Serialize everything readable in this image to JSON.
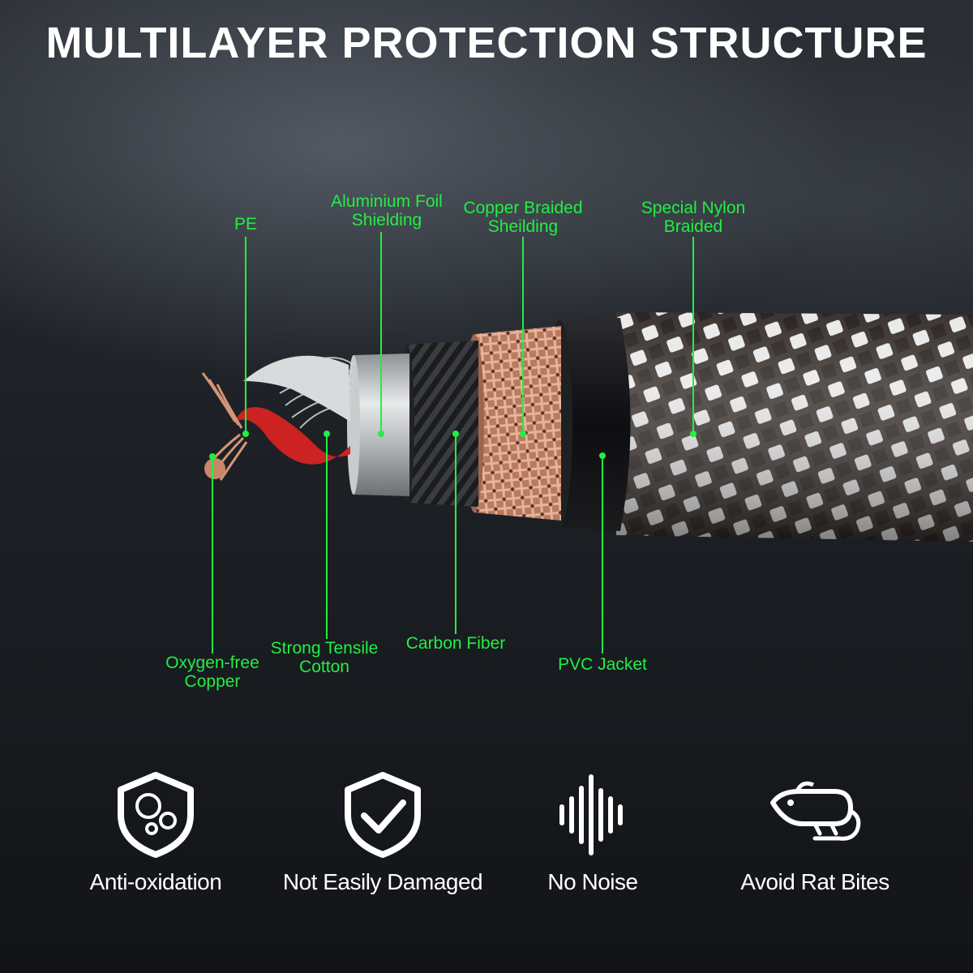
{
  "title": "MULTILAYER PROTECTION STRUCTURE",
  "callouts": {
    "pe": "PE",
    "foil_line1": "Aluminium Foil",
    "foil_line2": "Shielding",
    "braid_line1": "Copper Braided",
    "braid_line2": "Sheilding",
    "nylon_line1": "Special Nylon",
    "nylon_line2": "Braided",
    "copper_line1": "Oxygen-free",
    "copper_line2": "Copper",
    "cotton_line1": "Strong Tensile",
    "cotton_line2": "Cotton",
    "carbon": "Carbon Fiber",
    "pvc": "PVC Jacket"
  },
  "features": [
    {
      "label": "Anti-oxidation",
      "icon": "shield-bubbles-icon"
    },
    {
      "label": "Not Easily Damaged",
      "icon": "shield-check-icon"
    },
    {
      "label": "No Noise",
      "icon": "sound-wave-icon"
    },
    {
      "label": "Avoid Rat Bites",
      "icon": "rat-icon"
    }
  ],
  "colors": {
    "callout": "#22ee44",
    "title": "#ffffff",
    "copper": "#c9866a",
    "pe_insulation": "#cc2222"
  }
}
